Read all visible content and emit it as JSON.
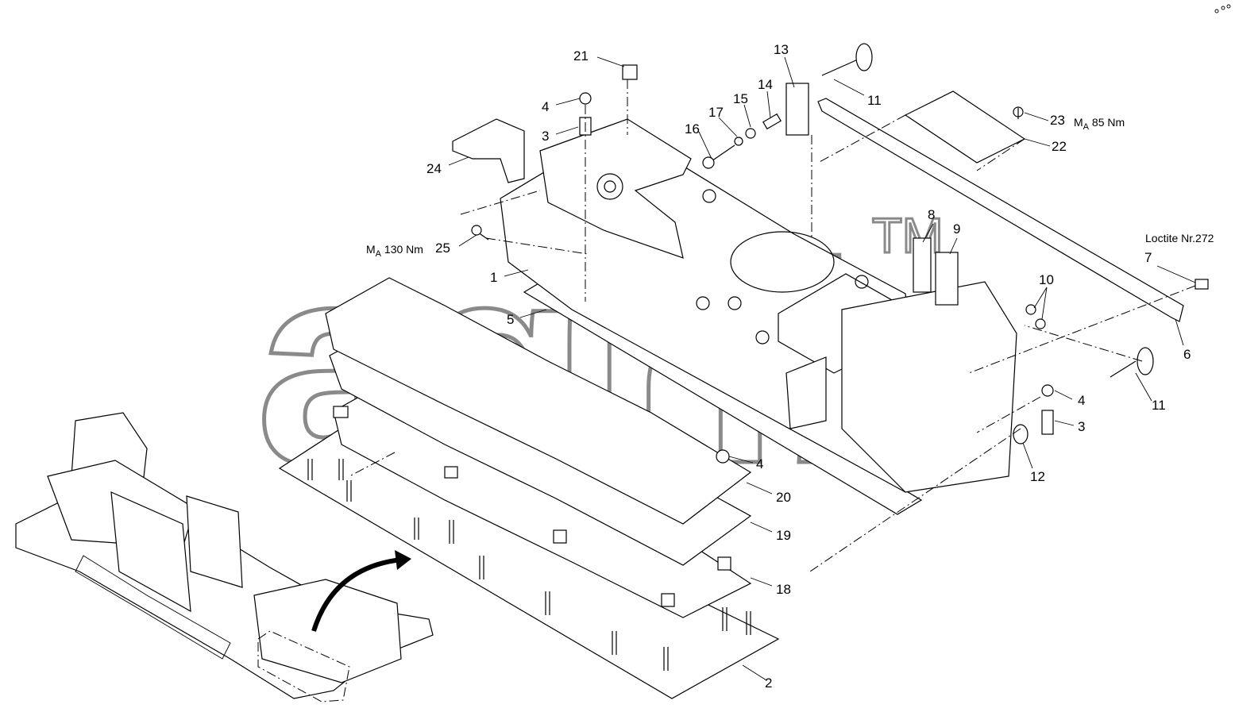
{
  "watermark": {
    "text": "agrib",
    "trademark": "TM"
  },
  "callouts": [
    {
      "id": "c21",
      "text": "21"
    },
    {
      "id": "c4a",
      "text": "4"
    },
    {
      "id": "c3a",
      "text": "3"
    },
    {
      "id": "c24",
      "text": "24"
    },
    {
      "id": "c16",
      "text": "16"
    },
    {
      "id": "c17",
      "text": "17"
    },
    {
      "id": "c15",
      "text": "15"
    },
    {
      "id": "c14",
      "text": "14"
    },
    {
      "id": "c13",
      "text": "13"
    },
    {
      "id": "c11a",
      "text": "11"
    },
    {
      "id": "c23",
      "text": "23"
    },
    {
      "id": "c22",
      "text": "22"
    },
    {
      "id": "c25",
      "text": "25"
    },
    {
      "id": "c1",
      "text": "1"
    },
    {
      "id": "c5",
      "text": "5"
    },
    {
      "id": "c8",
      "text": "8"
    },
    {
      "id": "c9",
      "text": "9"
    },
    {
      "id": "c7",
      "text": "7"
    },
    {
      "id": "c10",
      "text": "10"
    },
    {
      "id": "c6",
      "text": "6"
    },
    {
      "id": "c11b",
      "text": "11"
    },
    {
      "id": "c4b",
      "text": "4"
    },
    {
      "id": "c3b",
      "text": "3"
    },
    {
      "id": "c12",
      "text": "12"
    },
    {
      "id": "c4c",
      "text": "4"
    },
    {
      "id": "c20",
      "text": "20"
    },
    {
      "id": "c19",
      "text": "19"
    },
    {
      "id": "c18",
      "text": "18"
    },
    {
      "id": "c2",
      "text": "2"
    }
  ],
  "torque_notes": {
    "note_85": {
      "prefix": "M",
      "sub": "A",
      "value": " 85 Nm"
    },
    "note_130": {
      "prefix": "M",
      "sub": "A",
      "value": " 130 Nm"
    }
  },
  "loctite_note": "Loctite Nr.272"
}
